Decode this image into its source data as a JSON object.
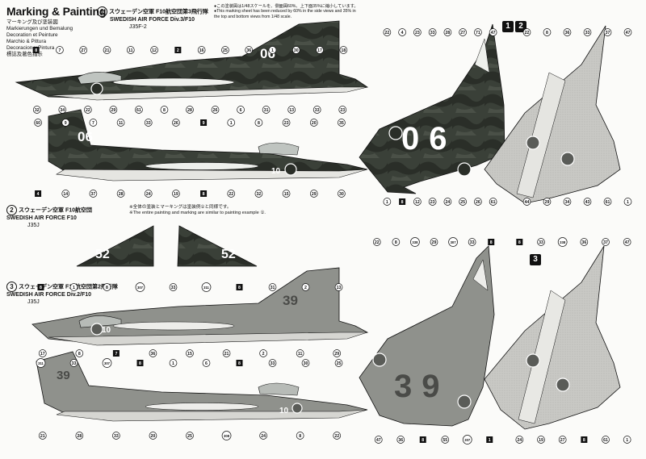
{
  "header": {
    "title": "Marking & Painting",
    "lines": [
      "マーキング及び塗装図",
      "Markierungen und Bemalung",
      "Decoration et Peinture",
      "Marchio & Pittura",
      "Decoracion y Pintura",
      "標誌及著色指示"
    ]
  },
  "scale_note": {
    "jp": "●この塗装図は1/48スケールを、側面図60%、上下面35%に縮小しています。",
    "en1": "●This marking sheet has been reduced by 60% in the side views and 35% in",
    "en2": "the top and bottom views from 1/48 scale."
  },
  "schemes": [
    {
      "badge": "1",
      "jp": "スウェーデン空軍 F10航空団第3飛行隊",
      "en": "SWEDISH AIR FORCE Div.3/F10",
      "type": "J35F-2"
    },
    {
      "badge": "2",
      "jp": "スウェーデン空軍 F10航空団",
      "en": "SWEDISH AIR FORCE F10",
      "type": "J35J"
    },
    {
      "badge": "3",
      "jp": "スウェーデン空軍 F10航空団第2飛行隊",
      "en": "SWEDISH AIR FORCE Div.2/F10",
      "type": "J35J"
    }
  ],
  "scheme2_note": {
    "jp": "※全体の塗装とマーキングは塗装例①と同様です。",
    "en": "※The entire painting and marking are similar to painting example ①."
  },
  "view_badges": {
    "top_right": [
      "1",
      "2"
    ],
    "bottom_right": [
      "3"
    ]
  },
  "aircraft_codes": {
    "scheme1": "06",
    "scheme2": "52",
    "scheme3": "39",
    "nose1": "10",
    "nose3": "10"
  },
  "colors": {
    "dark_green": "#2e332c",
    "mid_grey": "#8f918c",
    "light_grey": "#c9c9c5",
    "underside": "#dcdcd8",
    "roundel_blue": "#1c1c1c",
    "paper": "#fbfbf9"
  },
  "callouts": {
    "side1": [
      "8",
      "7",
      "27",
      "21",
      "11",
      "12",
      "2",
      "16",
      "25",
      "36",
      "1",
      "30",
      "17",
      "18",
      "32",
      "34",
      "22",
      "29",
      "61",
      "8",
      "28",
      "26",
      "6",
      "31",
      "13",
      "33",
      "23"
    ],
    "side1b": [
      "60",
      "9",
      "7",
      "11",
      "33",
      "26",
      "9",
      "1",
      "8",
      "23",
      "20",
      "35",
      "4",
      "14",
      "37",
      "28",
      "24",
      "19",
      "8",
      "22",
      "32",
      "15",
      "29",
      "30"
    ],
    "side3": [
      "8",
      "1",
      "8",
      "307",
      "33",
      "311",
      "8",
      "31",
      "2",
      "13",
      "17",
      "8",
      "7",
      "36",
      "15",
      "21",
      "2",
      "11",
      "29"
    ],
    "side3b": [
      "311",
      "33",
      "307",
      "8",
      "1",
      "6",
      "8",
      "33",
      "30",
      "25",
      "21",
      "28",
      "33",
      "20",
      "25",
      "308",
      "24",
      "8",
      "22"
    ],
    "top1": [
      "22",
      "4",
      "23",
      "33",
      "28",
      "27",
      "71",
      "47",
      "1",
      "8",
      "12",
      "23",
      "24",
      "25",
      "26",
      "61"
    ],
    "bottom1": [
      "22",
      "8",
      "36",
      "33",
      "37",
      "47",
      "44",
      "29",
      "34",
      "43",
      "61",
      "1"
    ],
    "top3": [
      "22",
      "8",
      "338",
      "29",
      "307",
      "33",
      "8",
      "47",
      "36",
      "8",
      "55",
      "307",
      "1"
    ],
    "bottom3": [
      "8",
      "33",
      "338",
      "36",
      "37",
      "47",
      "24",
      "19",
      "27",
      "8",
      "61",
      "1"
    ]
  }
}
